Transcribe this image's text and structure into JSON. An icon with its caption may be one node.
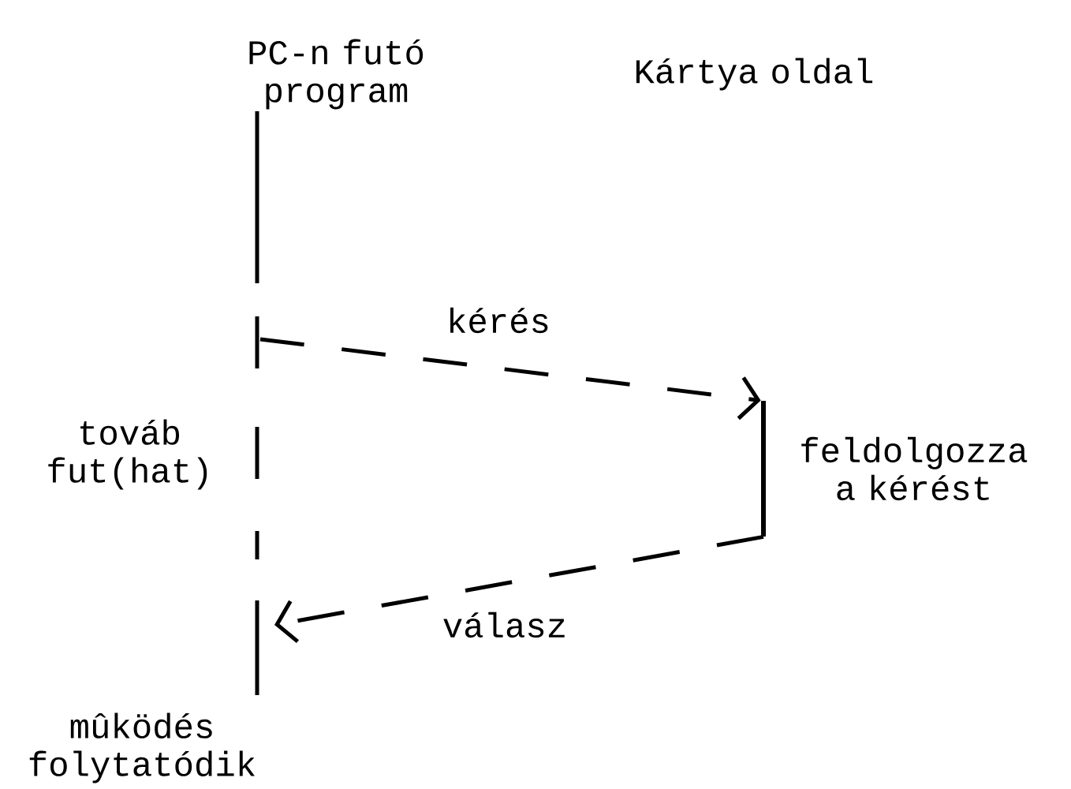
{
  "diagram": {
    "nodes": [
      {
        "text": [
          "PC-n futó program"
        ]
      },
      {
        "text": [
          "mûködés folytatódik"
        ]
      },
      {
        "text": [],
        "shape": "bar",
        "beside": [
          "feldolgozza a kérést"
        ]
      }
    ],
    "edges": [
      {
        "from": 0,
        "to": 1,
        "arrow": "none",
        "style": "dashed"
      },
      {
        "from": null,
        "to": 2,
        "arrow": "to",
        "style": "dashed",
        "label": "kérés"
      },
      {
        "from": 2,
        "to": null,
        "arrow": "to",
        "style": "dashed",
        "label": "válasz"
      }
    ],
    "labels": [
      "Kártya oldal",
      "továb fut(hat)"
    ]
  }
}
